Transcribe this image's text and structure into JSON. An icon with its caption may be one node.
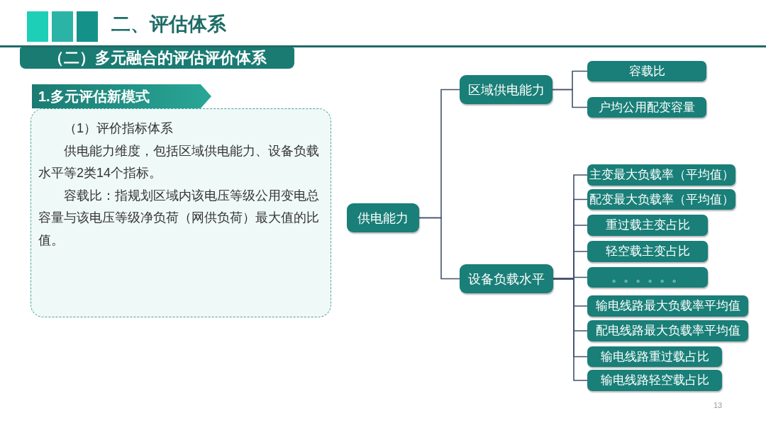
{
  "diagram": {
    "title": "二、评估体系",
    "nodes": [
      {
        "text": [
          "（二）多元融合的评估评价体系"
        ]
      },
      {
        "text": [
          "1.多元评估新模式"
        ]
      },
      {
        "text": [
          "（1）评价指标体系",
          "供电能力维度，包括区域供电能力、设备负载水平等2类14个指标。",
          "容载比：指规划区域内该电压等级公用变电总容量与该电压等级净负荷（网供负荷）最大值的比值。"
        ]
      },
      {
        "text": [
          "供电能力"
        ]
      },
      {
        "text": [
          "区域供电能力"
        ]
      },
      {
        "text": [
          "设备负载水平"
        ]
      },
      {
        "text": [
          "容载比"
        ]
      },
      {
        "text": [
          "户均公用配变容量"
        ]
      },
      {
        "text": [
          "主变最大负载率（平均值）"
        ]
      },
      {
        "text": [
          "配变最大负载率（平均值）"
        ]
      },
      {
        "text": [
          "重过载主变占比"
        ]
      },
      {
        "text": [
          "轻空载主变占比"
        ]
      },
      {
        "text": [
          "。。。。。。"
        ]
      },
      {
        "text": [
          "输电线路最大负载率平均值"
        ]
      },
      {
        "text": [
          "配电线路最大负载率平均值"
        ]
      },
      {
        "text": [
          "输电线路重过载占比"
        ]
      },
      {
        "text": [
          "输电线路轻空载占比"
        ]
      }
    ],
    "edges": [
      {
        "from": 3,
        "to": 4,
        "arrow": "none"
      },
      {
        "from": 3,
        "to": 5,
        "arrow": "none"
      },
      {
        "from": 4,
        "to": 6,
        "arrow": "none"
      },
      {
        "from": 4,
        "to": 7,
        "arrow": "none"
      },
      {
        "from": 5,
        "to": 8,
        "arrow": "none"
      },
      {
        "from": 5,
        "to": 9,
        "arrow": "none"
      },
      {
        "from": 5,
        "to": 10,
        "arrow": "none"
      },
      {
        "from": 5,
        "to": 11,
        "arrow": "none"
      },
      {
        "from": 5,
        "to": 12,
        "arrow": "none"
      },
      {
        "from": 5,
        "to": 13,
        "arrow": "none"
      },
      {
        "from": 5,
        "to": 14,
        "arrow": "none"
      },
      {
        "from": 5,
        "to": 15,
        "arrow": "none"
      },
      {
        "from": 5,
        "to": 16,
        "arrow": "none"
      }
    ],
    "labels": [
      "13"
    ]
  }
}
